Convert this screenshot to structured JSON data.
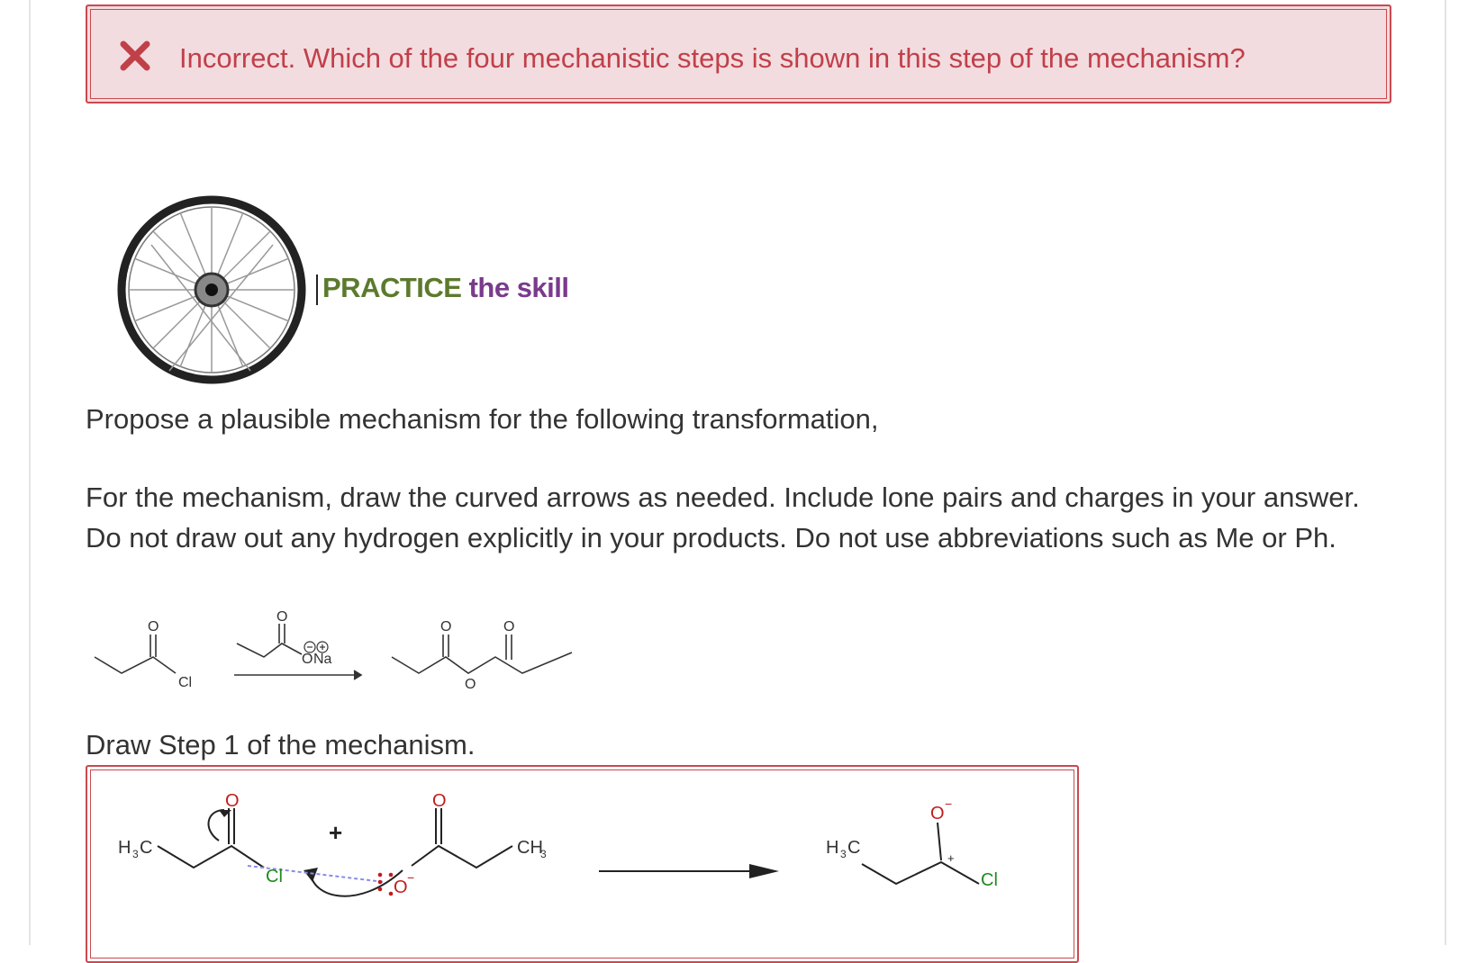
{
  "feedback": {
    "status": "incorrect",
    "message": "Incorrect. Which of the four mechanistic steps is shown in this step of the mechanism?",
    "accent_color": "#c0404a",
    "background_color": "#f3dcdf",
    "icon": "x-mark-icon"
  },
  "practice": {
    "word1": "PRACTICE",
    "word2": "the skill",
    "icon": "wheel-icon"
  },
  "question": {
    "prompt": "Propose a plausible mechanism for the following transformation,",
    "instruction_1": "For the mechanism, draw the curved arrows as needed. Include lone pairs and charges in your answer.",
    "instruction_2": "Do not draw out any hydrogen explicitly in your products. Do not use abbreviations such as Me or Ph.",
    "step_label": "Draw Step 1 of the mechanism."
  },
  "reaction": {
    "reactant_oxygen": "O",
    "reactant_leaving_group": "Cl",
    "reagent_oxygen": "O",
    "reagent_anion": "O",
    "reagent_cation": "Na",
    "product_oxygen_1": "O",
    "product_oxygen_2": "O",
    "product_bridge_oxygen": "O"
  },
  "drawing": {
    "left_methyl_h": "H",
    "left_methyl_c": "C",
    "left_methyl_sub": "3",
    "carbonyl_oxygen": "O",
    "chlorine": "Cl",
    "plus_sign": "+",
    "nucleophile_oxygen_carbonyl": "O",
    "nucleophile_oxygen": "O",
    "nucleophile_charge": "−",
    "right_methyl_c": "CH",
    "right_methyl_sub": "3",
    "product_methyl_h": "H",
    "product_methyl_c": "C",
    "product_methyl_sub": "3",
    "product_oxygen": "O",
    "product_oxygen_charge": "−",
    "product_carbon_charge": "+",
    "product_chlorine": "Cl"
  }
}
